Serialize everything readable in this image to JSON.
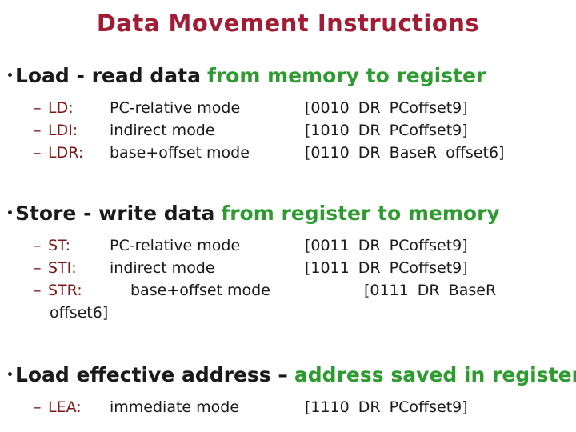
{
  "title": "Data Movement Instructions",
  "glyphs": {
    "bullet": "•",
    "dash": "–"
  },
  "colors": {
    "title": "#A31C35",
    "mnemonic": "#7F1517",
    "highlight": "#2E9B30",
    "body": "#1A1A1A"
  },
  "sections": [
    {
      "heading_black": "Load - read data",
      "heading_green": "from memory to register",
      "rows": [
        {
          "mnemonic": "LD:",
          "mode": "PC-relative mode",
          "encoding": "[0010 DR PCoffset9]"
        },
        {
          "mnemonic": "LDI:",
          "mode": "indirect mode",
          "encoding": "[1010 DR PCoffset9]"
        },
        {
          "mnemonic": "LDR:",
          "mode": "base+offset mode",
          "encoding": "[0110 DR BaseR offset6]"
        }
      ]
    },
    {
      "heading_black": "Store - write data",
      "heading_green": "from register to memory",
      "rows": [
        {
          "mnemonic": "ST:",
          "mode": "PC-relative mode",
          "encoding": "[0011 DR PCoffset9]"
        },
        {
          "mnemonic": "STI:",
          "mode": "indirect mode",
          "encoding": "[1011 DR PCoffset9]"
        },
        {
          "mnemonic": "STR:",
          "mode": "base+offset mode",
          "encoding": "[0111 DR BaseR",
          "wrap": "offset6]"
        }
      ]
    },
    {
      "heading_black": "Load effective address –",
      "heading_green": "address saved in register",
      "rows": [
        {
          "mnemonic": "LEA:",
          "mode": "immediate mode",
          "encoding": "[1110 DR PCoffset9]"
        }
      ]
    }
  ]
}
